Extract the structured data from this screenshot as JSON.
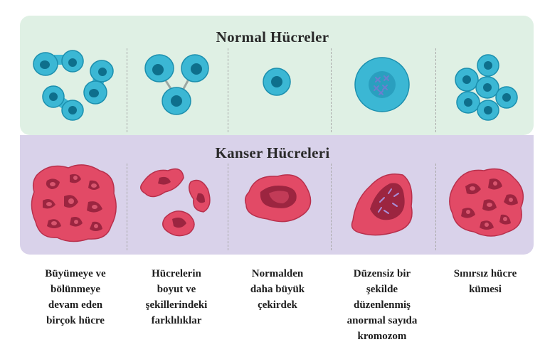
{
  "sections": {
    "normal_title": "Normal  Hücreler",
    "cancer_title": "Kanser Hücreleri"
  },
  "captions": [
    {
      "lines": [
        "Büyümeye ve",
        "bölünmeye",
        "devam eden",
        "birçok hücre"
      ]
    },
    {
      "lines": [
        "Hücrelerin",
        "boyut ve",
        "şekillerindeki",
        "farklılıklar"
      ]
    },
    {
      "lines": [
        "Normalden",
        "daha büyük",
        "çekirdek"
      ]
    },
    {
      "lines": [
        "Düzensiz bir",
        "şekilde",
        "düzenlenmiş",
        "anormal sayıda",
        "kromozom"
      ]
    },
    {
      "lines": [
        "Sınırsız hücre",
        "kümesi"
      ]
    }
  ],
  "colors": {
    "normal_bg": "#dff0e4",
    "cancer_bg": "#d9d2ea",
    "normal_cell": "#3bb7d4",
    "normal_cell_edge": "#1b8fae",
    "normal_nucleus": "#0e6f8c",
    "cancer_cell": "#e24a66",
    "cancer_cell_light": "#f07a91",
    "cancer_nucleus": "#9c2540",
    "cancer_nucleus_core": "#d8566f"
  }
}
